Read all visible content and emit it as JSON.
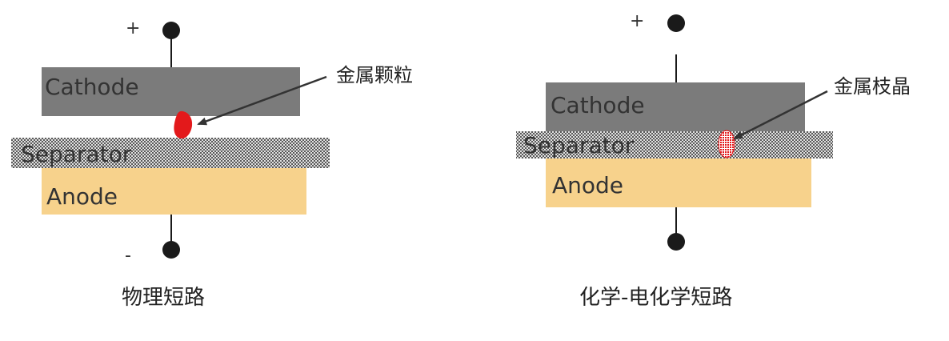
{
  "colors": {
    "cathode": "#7b7b7b",
    "separator_base": "#e0e0e0",
    "separator_dots": "#5a5a5a",
    "anode": "#f7d28c",
    "defect": "#e3191b",
    "wire": "#1a1a1a"
  },
  "left": {
    "plus_label": "+",
    "minus_label": "-",
    "cathode_label": "Cathode",
    "separator_label": "Separator",
    "anode_label": "Anode",
    "callout_label": "金属颗粒",
    "caption": "物理短路",
    "defect_icon": "metal-particle-blob"
  },
  "right": {
    "plus_label": "+",
    "cathode_label": "Cathode",
    "separator_label": "Separator",
    "anode_label": "Anode",
    "callout_label": "金属枝晶",
    "caption": "化学-电化学短路",
    "defect_icon": "dendrite-hatched-oval"
  }
}
